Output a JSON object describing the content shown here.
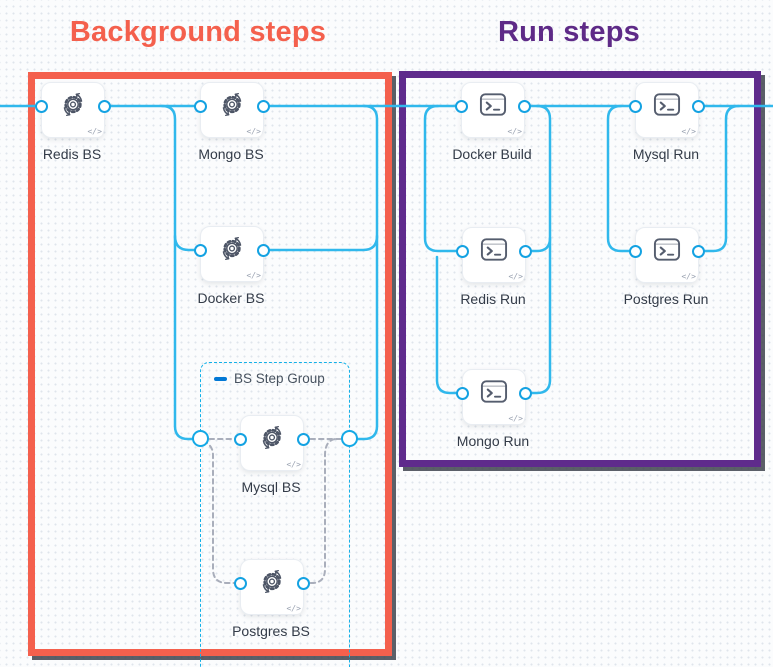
{
  "titles": {
    "background": "Background steps",
    "run": "Run steps"
  },
  "step_group": {
    "label": "BS Step Group",
    "collapse_icon": "minus-icon"
  },
  "nodes": {
    "redis_bs": {
      "label": "Redis BS",
      "icon": "background-step-icon"
    },
    "mongo_bs": {
      "label": "Mongo BS",
      "icon": "background-step-icon"
    },
    "docker_bs": {
      "label": "Docker BS",
      "icon": "background-step-icon"
    },
    "mysql_bs": {
      "label": "Mysql BS",
      "icon": "background-step-icon"
    },
    "postgres_bs": {
      "label": "Postgres BS",
      "icon": "background-step-icon"
    },
    "docker_build": {
      "label": "Docker Build",
      "icon": "terminal-icon"
    },
    "mysql_run": {
      "label": "Mysql Run",
      "icon": "terminal-icon"
    },
    "redis_run": {
      "label": "Redis Run",
      "icon": "terminal-icon"
    },
    "postgres_run": {
      "label": "Postgres Run",
      "icon": "terminal-icon"
    },
    "mongo_run": {
      "label": "Mongo Run",
      "icon": "terminal-icon"
    }
  },
  "badge": {
    "code": "</>"
  },
  "colors": {
    "background_box": "#f4604d",
    "run_box": "#5f2b8c",
    "wire": "#30b8ec",
    "dot_ring": "#14a2e2",
    "group_border": "#14b1e8",
    "dashed_link": "#a9aebb",
    "label_text": "#333b48"
  }
}
